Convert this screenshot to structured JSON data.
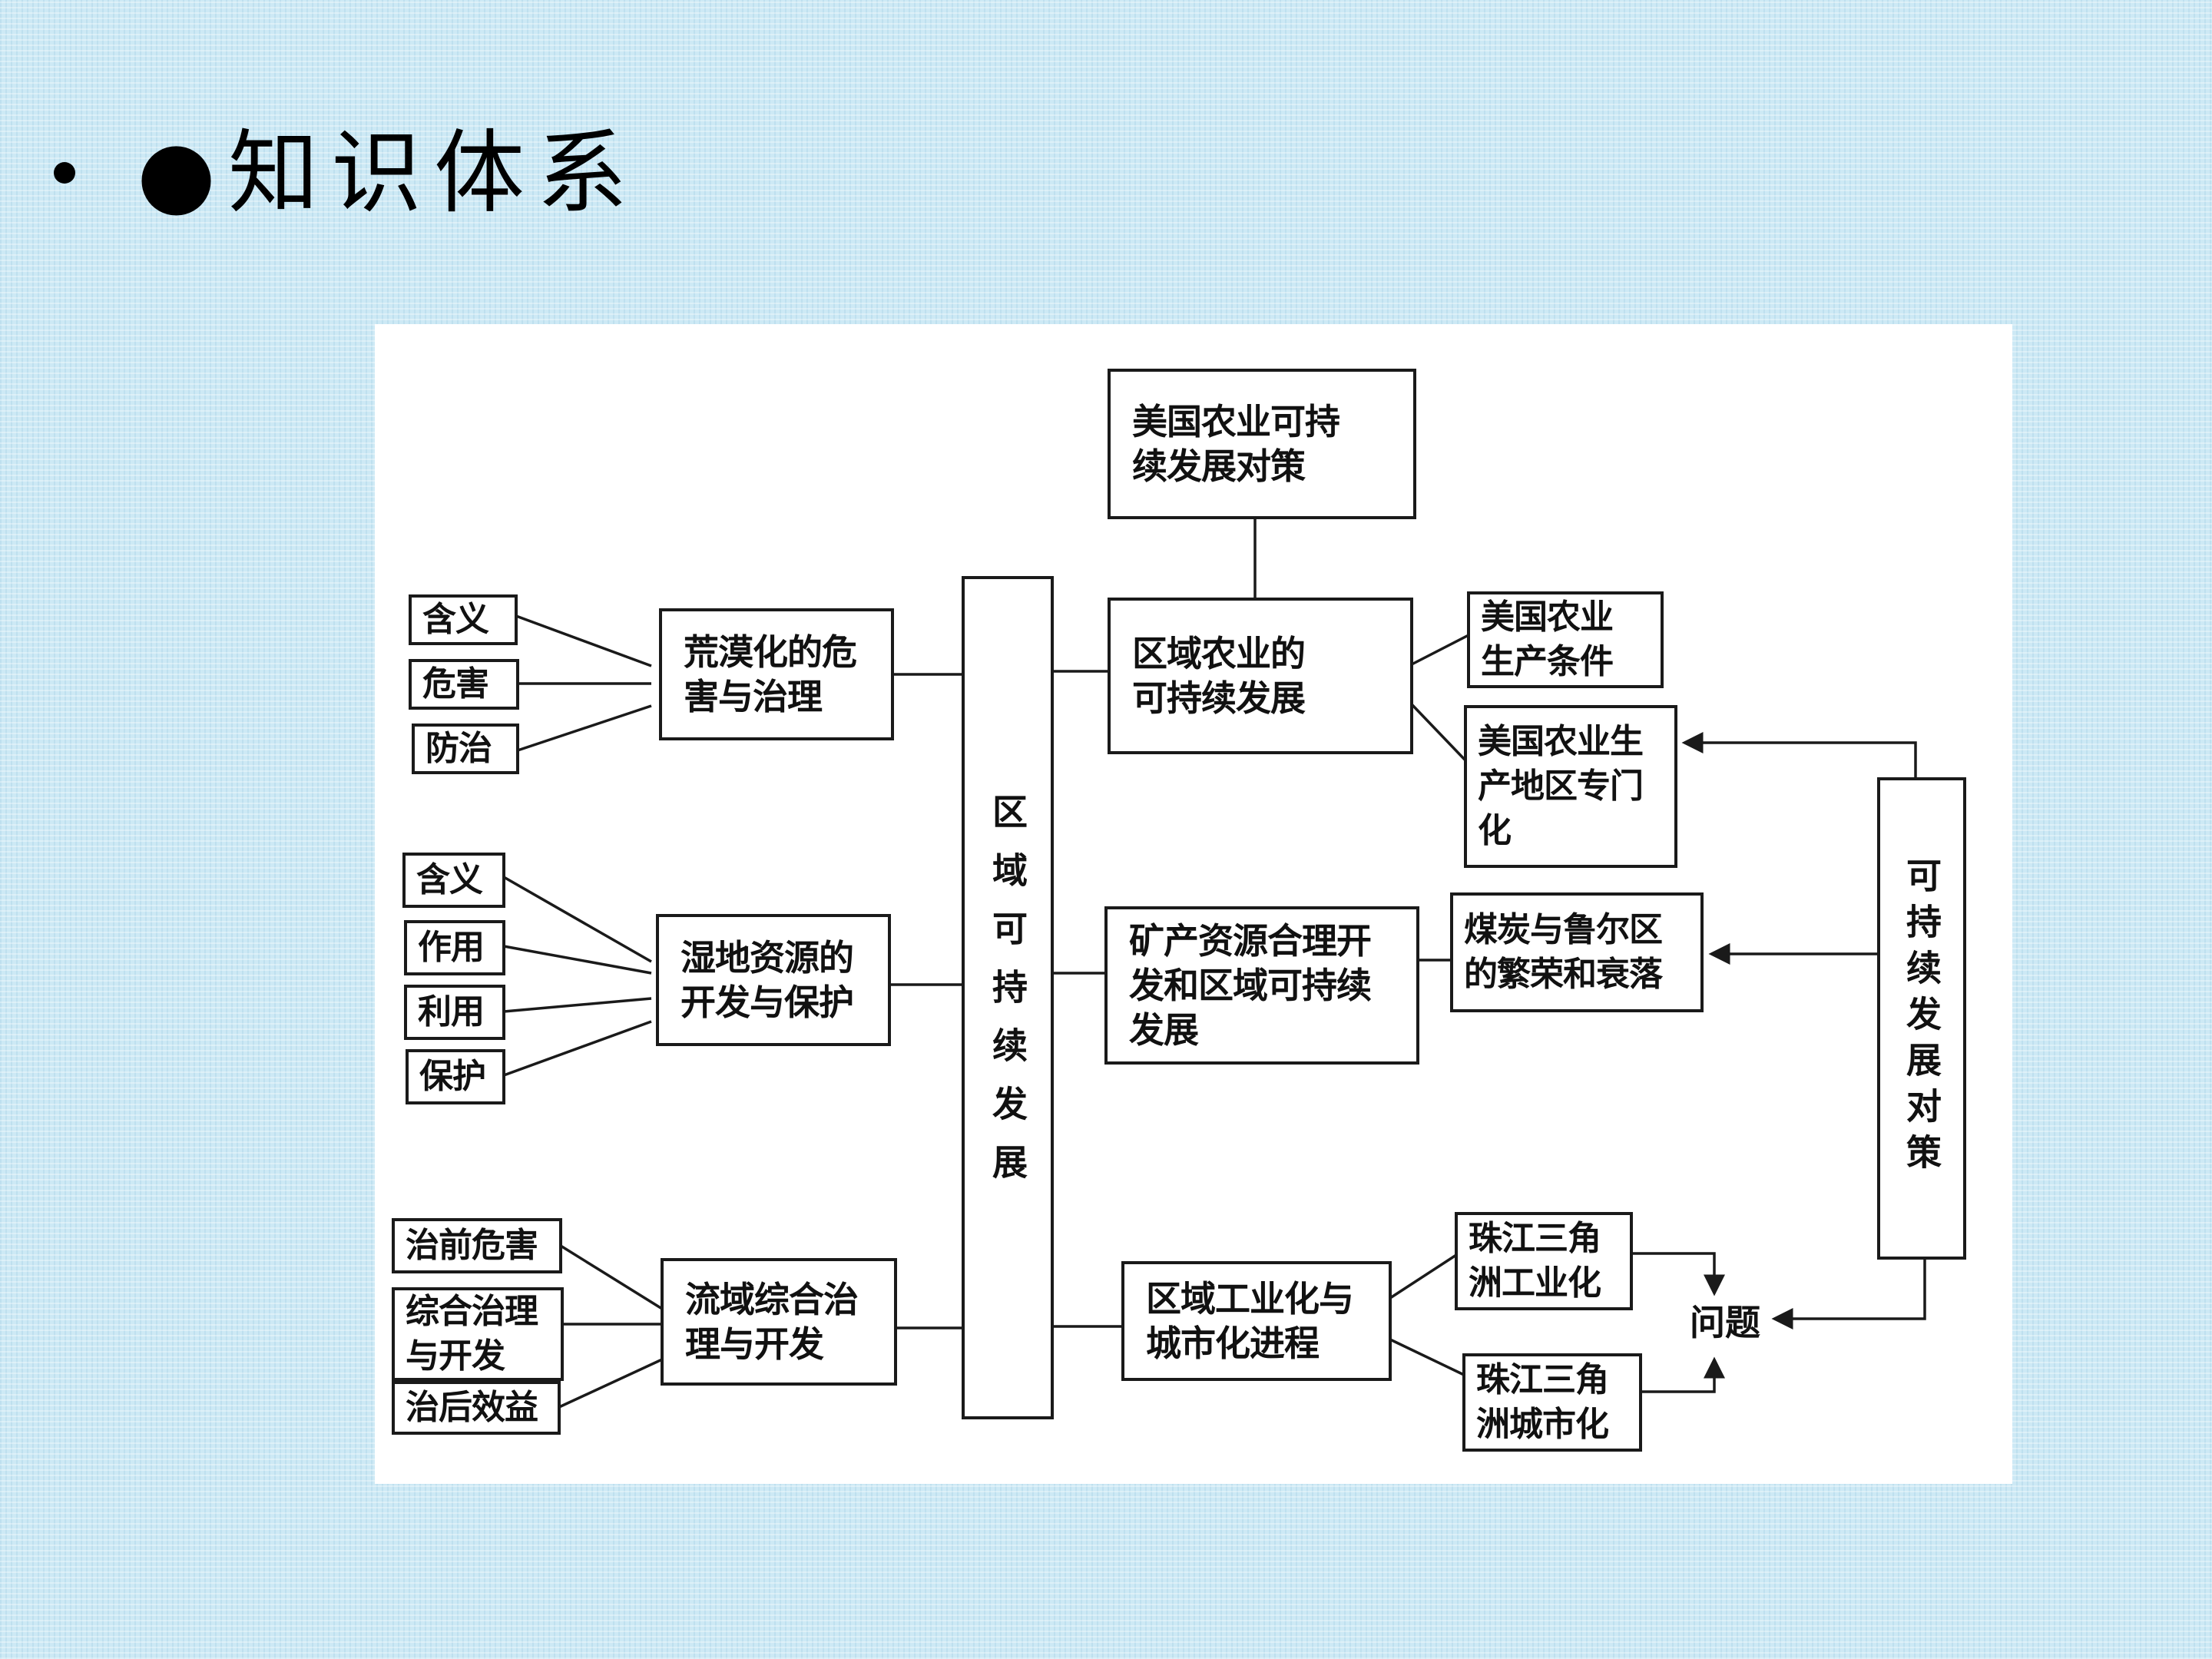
{
  "slide": {
    "title": "●知识体系"
  },
  "diagram": {
    "center": "区域可持续发展",
    "desert": {
      "topic": "荒漠化的危\n害与治理",
      "items": [
        "含义",
        "危害",
        "防治"
      ]
    },
    "wetland": {
      "topic": "湿地资源的\n开发与保护",
      "items": [
        "含义",
        "作用",
        "利用",
        "保护"
      ]
    },
    "river": {
      "topic": "流域综合治\n理与开发",
      "items": [
        "治前危害",
        "综合治理\n与开发",
        "治后效益"
      ]
    },
    "agri": {
      "topic": "区域农业的\n可持续发展",
      "top": "美国农业可持\n续发展对策",
      "items": [
        "美国农业\n生产条件",
        "美国农业生\n产地区专门\n化"
      ]
    },
    "mineral": {
      "topic": "矿产资源合理开\n发和区域可持续\n发展",
      "item": "煤炭与鲁尔区\n的繁荣和衰落"
    },
    "industry": {
      "topic": "区域工业化与\n城市化进程",
      "items": [
        "珠江三角\n洲工业化",
        "珠江三角\n洲城市化"
      ],
      "problem": "问题"
    },
    "strategy": "可持续发展对策"
  }
}
